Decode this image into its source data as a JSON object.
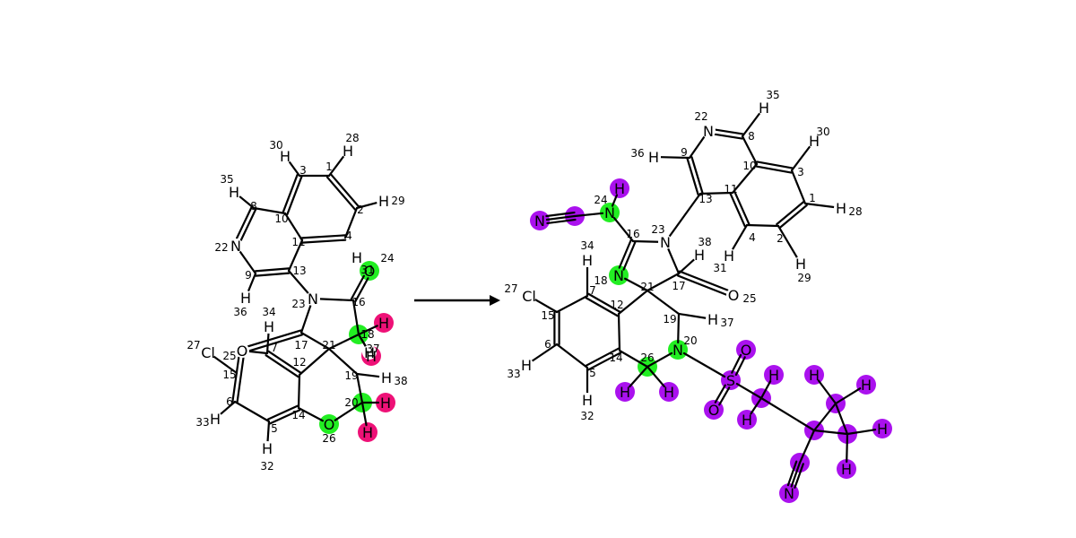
{
  "colors": {
    "bond": "#000000",
    "highlight_green": "#22ee22",
    "highlight_pink": "#ee1177",
    "highlight_purple": "#aa11ee"
  },
  "arrow_icon": "right-arrow-icon",
  "reactant": {
    "atoms": [
      {
        "id": "r1",
        "sym": "",
        "idx": "1"
      },
      {
        "id": "r2",
        "sym": "",
        "idx": "2"
      },
      {
        "id": "r3",
        "sym": "",
        "idx": "3"
      },
      {
        "id": "r4",
        "sym": "",
        "idx": "4"
      },
      {
        "id": "r5",
        "sym": "",
        "idx": "5"
      },
      {
        "id": "r6",
        "sym": "",
        "idx": "6"
      },
      {
        "id": "r7",
        "sym": "",
        "idx": "7"
      },
      {
        "id": "r8",
        "sym": "",
        "idx": "8"
      },
      {
        "id": "r9",
        "sym": "",
        "idx": "9"
      },
      {
        "id": "r10",
        "sym": "",
        "idx": "10"
      },
      {
        "id": "r11",
        "sym": "",
        "idx": "11"
      },
      {
        "id": "r12",
        "sym": "",
        "idx": "12"
      },
      {
        "id": "r13",
        "sym": "",
        "idx": "13"
      },
      {
        "id": "r14",
        "sym": "",
        "idx": "14"
      },
      {
        "id": "r15",
        "sym": "",
        "idx": "15"
      },
      {
        "id": "r16",
        "sym": "",
        "idx": "16"
      },
      {
        "id": "r17",
        "sym": "",
        "idx": "17"
      },
      {
        "id": "r18",
        "sym": "",
        "idx": "18",
        "hl": "green"
      },
      {
        "id": "r19",
        "sym": "",
        "idx": "19"
      },
      {
        "id": "r20",
        "sym": "",
        "idx": "20",
        "hl": "green"
      },
      {
        "id": "r21",
        "sym": "",
        "idx": "21"
      },
      {
        "id": "r22",
        "sym": "N",
        "idx": "22"
      },
      {
        "id": "r23",
        "sym": "N",
        "idx": "23"
      },
      {
        "id": "r24",
        "sym": "O",
        "idx": "24",
        "hl": "green"
      },
      {
        "id": "r25",
        "sym": "O",
        "idx": "25"
      },
      {
        "id": "r26",
        "sym": "O",
        "idx": "26",
        "hl": "green"
      },
      {
        "id": "r27",
        "sym": "Cl",
        "idx": "27"
      },
      {
        "id": "r28",
        "sym": "H",
        "idx": "28"
      },
      {
        "id": "r29",
        "sym": "H",
        "idx": "29"
      },
      {
        "id": "r30",
        "sym": "H",
        "idx": "30"
      },
      {
        "id": "r31",
        "sym": "H",
        "idx": "31"
      },
      {
        "id": "r32",
        "sym": "H",
        "idx": "32"
      },
      {
        "id": "r33",
        "sym": "H",
        "idx": "33"
      },
      {
        "id": "r34",
        "sym": "H",
        "idx": "34"
      },
      {
        "id": "r35",
        "sym": "H",
        "idx": "35"
      },
      {
        "id": "r36",
        "sym": "H",
        "idx": "36"
      },
      {
        "id": "r37",
        "sym": "H",
        "idx": "37"
      },
      {
        "id": "r38",
        "sym": "H",
        "idx": "38"
      },
      {
        "id": "rh1",
        "sym": "H",
        "idx": "",
        "hl": "pink"
      },
      {
        "id": "rh2",
        "sym": "H",
        "idx": "",
        "hl": "pink"
      },
      {
        "id": "rh3",
        "sym": "H",
        "idx": "",
        "hl": "pink"
      },
      {
        "id": "rh4",
        "sym": "H",
        "idx": "",
        "hl": "pink"
      }
    ],
    "bonds": [
      [
        "r1",
        "r2",
        2
      ],
      [
        "r2",
        "r4",
        1
      ],
      [
        "r4",
        "r11",
        2
      ],
      [
        "r11",
        "r10",
        1
      ],
      [
        "r10",
        "r3",
        2
      ],
      [
        "r3",
        "r1",
        1
      ],
      [
        "r10",
        "r8",
        1
      ],
      [
        "r8",
        "r22",
        2
      ],
      [
        "r22",
        "r9",
        1
      ],
      [
        "r9",
        "r13",
        2
      ],
      [
        "r13",
        "r11",
        1
      ],
      [
        "r13",
        "r23",
        1
      ],
      [
        "r23",
        "r16",
        1
      ],
      [
        "r16",
        "r24",
        2
      ],
      [
        "r16",
        "r18",
        1
      ],
      [
        "r18",
        "r21",
        1
      ],
      [
        "r23",
        "r17",
        1
      ],
      [
        "r17",
        "r21",
        1
      ],
      [
        "r17",
        "r25",
        2
      ],
      [
        "r21",
        "r12",
        1
      ],
      [
        "r12",
        "r7",
        2
      ],
      [
        "r7",
        "r25",
        1
      ],
      [
        "r25",
        "r6",
        2
      ],
      [
        "r6",
        "r5",
        1
      ],
      [
        "r5",
        "r14",
        2
      ],
      [
        "r14",
        "r12",
        1
      ],
      [
        "r14",
        "r26",
        1
      ],
      [
        "r26",
        "r20",
        1
      ],
      [
        "r20",
        "r19",
        1
      ],
      [
        "r19",
        "r21",
        1
      ],
      [
        "r15",
        "r27",
        1
      ],
      [
        "r3",
        "r30",
        1
      ],
      [
        "r1",
        "r28",
        1
      ],
      [
        "r2",
        "r29",
        1
      ],
      [
        "r8",
        "r35",
        1
      ],
      [
        "r9",
        "r36",
        1
      ],
      [
        "r7",
        "r34",
        1
      ],
      [
        "r6",
        "r33",
        1
      ],
      [
        "r5",
        "r32",
        1
      ],
      [
        "r19",
        "r38",
        1
      ],
      [
        "r18",
        "r37",
        1
      ],
      [
        "r18",
        "rh1",
        1
      ],
      [
        "r18",
        "rh2",
        1
      ],
      [
        "r20",
        "rh3",
        1
      ],
      [
        "r20",
        "rh4",
        1
      ]
    ]
  },
  "product": {
    "atoms": [
      {
        "id": "p1",
        "sym": "",
        "idx": "1"
      },
      {
        "id": "p2",
        "sym": "",
        "idx": "2"
      },
      {
        "id": "p3",
        "sym": "",
        "idx": "3"
      },
      {
        "id": "p4",
        "sym": "",
        "idx": "4"
      },
      {
        "id": "p5",
        "sym": "",
        "idx": "5"
      },
      {
        "id": "p6",
        "sym": "",
        "idx": "6"
      },
      {
        "id": "p7",
        "sym": "",
        "idx": "7"
      },
      {
        "id": "p8",
        "sym": "",
        "idx": "8"
      },
      {
        "id": "p9",
        "sym": "",
        "idx": "9"
      },
      {
        "id": "p10",
        "sym": "",
        "idx": "10"
      },
      {
        "id": "p11",
        "sym": "",
        "idx": "11"
      },
      {
        "id": "p12",
        "sym": "",
        "idx": "12"
      },
      {
        "id": "p13",
        "sym": "",
        "idx": "13"
      },
      {
        "id": "p14",
        "sym": "",
        "idx": "14"
      },
      {
        "id": "p15",
        "sym": "",
        "idx": "15"
      },
      {
        "id": "p16",
        "sym": "",
        "idx": "16"
      },
      {
        "id": "p17",
        "sym": "",
        "idx": "17"
      },
      {
        "id": "p18",
        "sym": "N",
        "idx": "18",
        "hl": "green"
      },
      {
        "id": "p19",
        "sym": "",
        "idx": "19"
      },
      {
        "id": "p20",
        "sym": "N",
        "idx": "20",
        "hl": "green"
      },
      {
        "id": "p21",
        "sym": "",
        "idx": "21"
      },
      {
        "id": "p22",
        "sym": "N",
        "idx": "22"
      },
      {
        "id": "p23",
        "sym": "N",
        "idx": "23"
      },
      {
        "id": "p24",
        "sym": "N",
        "idx": "24",
        "hl": "green"
      },
      {
        "id": "p25",
        "sym": "O",
        "idx": "25"
      },
      {
        "id": "p26",
        "sym": "",
        "idx": "26",
        "hl": "green"
      },
      {
        "id": "p27",
        "sym": "Cl",
        "idx": "27"
      },
      {
        "id": "p28",
        "sym": "H",
        "idx": "28"
      },
      {
        "id": "p29",
        "sym": "H",
        "idx": "29"
      },
      {
        "id": "p30",
        "sym": "H",
        "idx": "30"
      },
      {
        "id": "p31",
        "sym": "H",
        "idx": "31"
      },
      {
        "id": "p32",
        "sym": "H",
        "idx": "32"
      },
      {
        "id": "p33",
        "sym": "H",
        "idx": "33"
      },
      {
        "id": "p34",
        "sym": "H",
        "idx": "34"
      },
      {
        "id": "p35",
        "sym": "H",
        "idx": "35"
      },
      {
        "id": "p36",
        "sym": "H",
        "idx": "36"
      },
      {
        "id": "p37",
        "sym": "H",
        "idx": "37"
      },
      {
        "id": "p38",
        "sym": "H",
        "idx": "38"
      },
      {
        "id": "pnH",
        "sym": "H",
        "idx": "",
        "hl": "purple"
      },
      {
        "id": "pcn",
        "sym": "",
        "idx": "",
        "hl": "purple"
      },
      {
        "id": "pcnN",
        "sym": "N",
        "idx": "",
        "hl": "purple"
      },
      {
        "id": "p26a",
        "sym": "H",
        "idx": "",
        "hl": "purple"
      },
      {
        "id": "p26b",
        "sym": "H",
        "idx": "",
        "hl": "purple"
      },
      {
        "id": "pS",
        "sym": "S",
        "idx": "",
        "hl": "purple"
      },
      {
        "id": "pSO1",
        "sym": "O",
        "idx": "",
        "hl": "purple"
      },
      {
        "id": "pSO2",
        "sym": "O",
        "idx": "",
        "hl": "purple"
      },
      {
        "id": "pCH2",
        "sym": "",
        "idx": "",
        "hl": "purple"
      },
      {
        "id": "pCH2a",
        "sym": "H",
        "idx": "",
        "hl": "purple"
      },
      {
        "id": "pCH2b",
        "sym": "H",
        "idx": "",
        "hl": "purple"
      },
      {
        "id": "pCq",
        "sym": "",
        "idx": "",
        "hl": "purple"
      },
      {
        "id": "pCr1",
        "sym": "",
        "idx": "",
        "hl": "purple"
      },
      {
        "id": "pCr2",
        "sym": "",
        "idx": "",
        "hl": "purple"
      },
      {
        "id": "pCr1a",
        "sym": "H",
        "idx": "",
        "hl": "purple"
      },
      {
        "id": "pCr1b",
        "sym": "H",
        "idx": "",
        "hl": "purple"
      },
      {
        "id": "pCr2a",
        "sym": "H",
        "idx": "",
        "hl": "purple"
      },
      {
        "id": "pCr2b",
        "sym": "H",
        "idx": "",
        "hl": "purple"
      },
      {
        "id": "pCN2",
        "sym": "",
        "idx": "",
        "hl": "purple"
      },
      {
        "id": "pCN2N",
        "sym": "N",
        "idx": "",
        "hl": "purple"
      }
    ],
    "bonds": [
      [
        "p3",
        "p1",
        1
      ],
      [
        "p1",
        "p2",
        2
      ],
      [
        "p2",
        "p4",
        1
      ],
      [
        "p4",
        "p11",
        2
      ],
      [
        "p11",
        "p10",
        1
      ],
      [
        "p10",
        "p3",
        2
      ],
      [
        "p10",
        "p8",
        1
      ],
      [
        "p8",
        "p22",
        2
      ],
      [
        "p22",
        "p9",
        1
      ],
      [
        "p9",
        "p13",
        2
      ],
      [
        "p13",
        "p11",
        1
      ],
      [
        "p13",
        "p23",
        1
      ],
      [
        "p23",
        "p16",
        1
      ],
      [
        "p16",
        "p18",
        2
      ],
      [
        "p18",
        "p21",
        1
      ],
      [
        "p23",
        "p17",
        1
      ],
      [
        "p17",
        "p21",
        1
      ],
      [
        "p17",
        "p25",
        2
      ],
      [
        "p16",
        "p24",
        1
      ],
      [
        "p24",
        "pnH",
        1
      ],
      [
        "p24",
        "pcn",
        1
      ],
      [
        "pcn",
        "pcnN",
        3
      ],
      [
        "p21",
        "p12",
        1
      ],
      [
        "p12",
        "p7",
        2
      ],
      [
        "p7",
        "p15",
        1
      ],
      [
        "p15",
        "p6",
        2
      ],
      [
        "p6",
        "p5",
        1
      ],
      [
        "p5",
        "p14",
        2
      ],
      [
        "p14",
        "p12",
        1
      ],
      [
        "p14",
        "p26",
        1
      ],
      [
        "p26",
        "p20",
        1
      ],
      [
        "p20",
        "p19",
        1
      ],
      [
        "p19",
        "p21",
        1
      ],
      [
        "p15",
        "p27",
        1
      ],
      [
        "p3",
        "p30",
        1
      ],
      [
        "p1",
        "p28",
        1
      ],
      [
        "p2",
        "p29",
        1
      ],
      [
        "p8",
        "p35",
        1
      ],
      [
        "p9",
        "p36",
        1
      ],
      [
        "p4",
        "p31",
        1
      ],
      [
        "p7",
        "p34",
        1
      ],
      [
        "p6",
        "p33",
        1
      ],
      [
        "p5",
        "p32",
        1
      ],
      [
        "p19",
        "p37",
        1
      ],
      [
        "p17",
        "p38",
        1
      ],
      [
        "p26",
        "p26a",
        1
      ],
      [
        "p26",
        "p26b",
        1
      ],
      [
        "p20",
        "pS",
        1
      ],
      [
        "pS",
        "pSO1",
        2
      ],
      [
        "pS",
        "pSO2",
        2
      ],
      [
        "pS",
        "pCH2",
        1
      ],
      [
        "pCH2",
        "pCH2a",
        1
      ],
      [
        "pCH2",
        "pCH2b",
        1
      ],
      [
        "pCH2",
        "pCq",
        1
      ],
      [
        "pCq",
        "pCr1",
        1
      ],
      [
        "pCq",
        "pCr2",
        1
      ],
      [
        "pCr1",
        "pCr2",
        1
      ],
      [
        "pCr1",
        "pCr1a",
        1
      ],
      [
        "pCr1",
        "pCr1b",
        1
      ],
      [
        "pCr2",
        "pCr2a",
        1
      ],
      [
        "pCr2",
        "pCr2b",
        1
      ],
      [
        "pCq",
        "pCN2",
        1
      ],
      [
        "pCN2",
        "pCN2N",
        3
      ]
    ]
  }
}
